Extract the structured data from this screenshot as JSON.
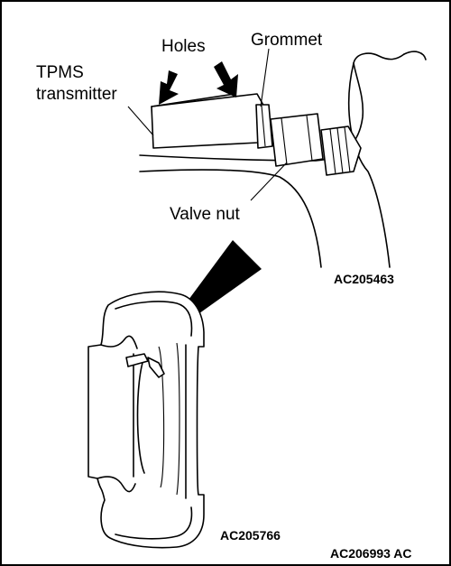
{
  "callouts": {
    "holes": "Holes",
    "grommet": "Grommet",
    "tpms_line1": "TPMS",
    "tpms_line2": "transmitter",
    "valve_nut": "Valve nut"
  },
  "figure_codes": {
    "detail": "AC205463",
    "wheel": "AC205766",
    "overall": "AC206993 AC"
  },
  "colors": {
    "ink": "#000000",
    "background": "#ffffff"
  }
}
